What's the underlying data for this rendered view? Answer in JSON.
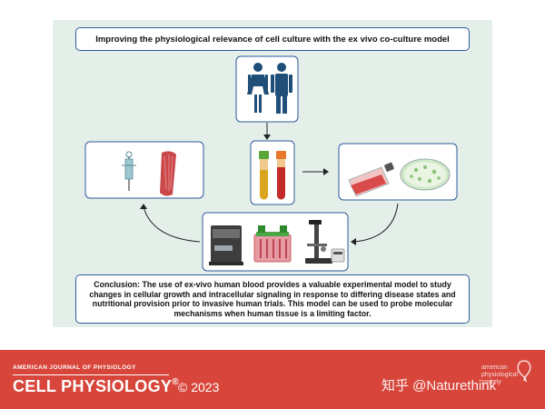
{
  "diagram": {
    "title": "Improving the physiological relevance of cell culture with the ex vivo co-culture model",
    "conclusion": "Conclusion: The use of ex-vivo human blood provides a valuable experimental model to study changes in cellular growth and intracellular signaling in response to differing disease states and nutritional provision prior to invasive human trials. This model can be used to probe molecular mechanisms when human tissue is a limiting factor."
  },
  "footer": {
    "journal_name": "AMERICAN JOURNAL OF PHYSIOLOGY",
    "brand": "CELL PHYSIOLOGY",
    "trademark": "®",
    "year": "© 2023",
    "watermark": "知乎 @Naturethink",
    "society_line1": "american",
    "society_line2": "physiological",
    "society_line3": "society"
  },
  "colors": {
    "panel_bg": "#e4efe9",
    "box_border": "#2e5a9c",
    "footer_bg": "#d8463b",
    "figure_blue": "#1f4e79"
  }
}
